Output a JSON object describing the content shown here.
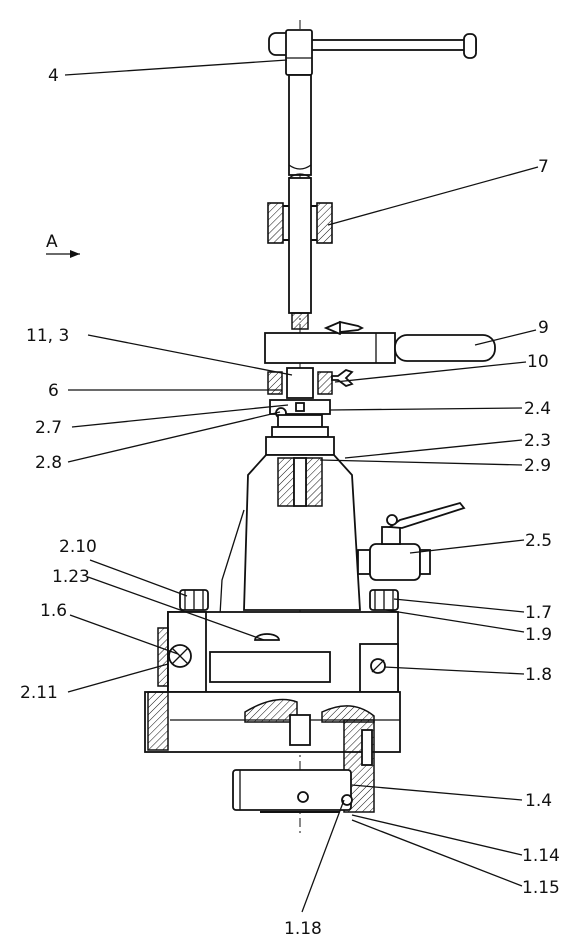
{
  "labels": {
    "l_4": "4",
    "l_7": "7",
    "l_A": "A",
    "l_11_3": "11, 3",
    "l_9": "9",
    "l_10": "10",
    "l_6": "6",
    "l_2_7": "2.7",
    "l_2_4": "2.4",
    "l_2_8": "2.8",
    "l_2_3": "2.3",
    "l_2_9": "2.9",
    "l_2_10": "2.10",
    "l_2_5": "2.5",
    "l_1_23": "1.23",
    "l_1_6": "1.6",
    "l_1_7": "1.7",
    "l_1_9": "1.9",
    "l_2_11": "2.11",
    "l_1_8": "1.8",
    "l_1_4": "1.4",
    "l_1_14": "1.14",
    "l_1_15": "1.15",
    "l_1_18": "1.18"
  }
}
